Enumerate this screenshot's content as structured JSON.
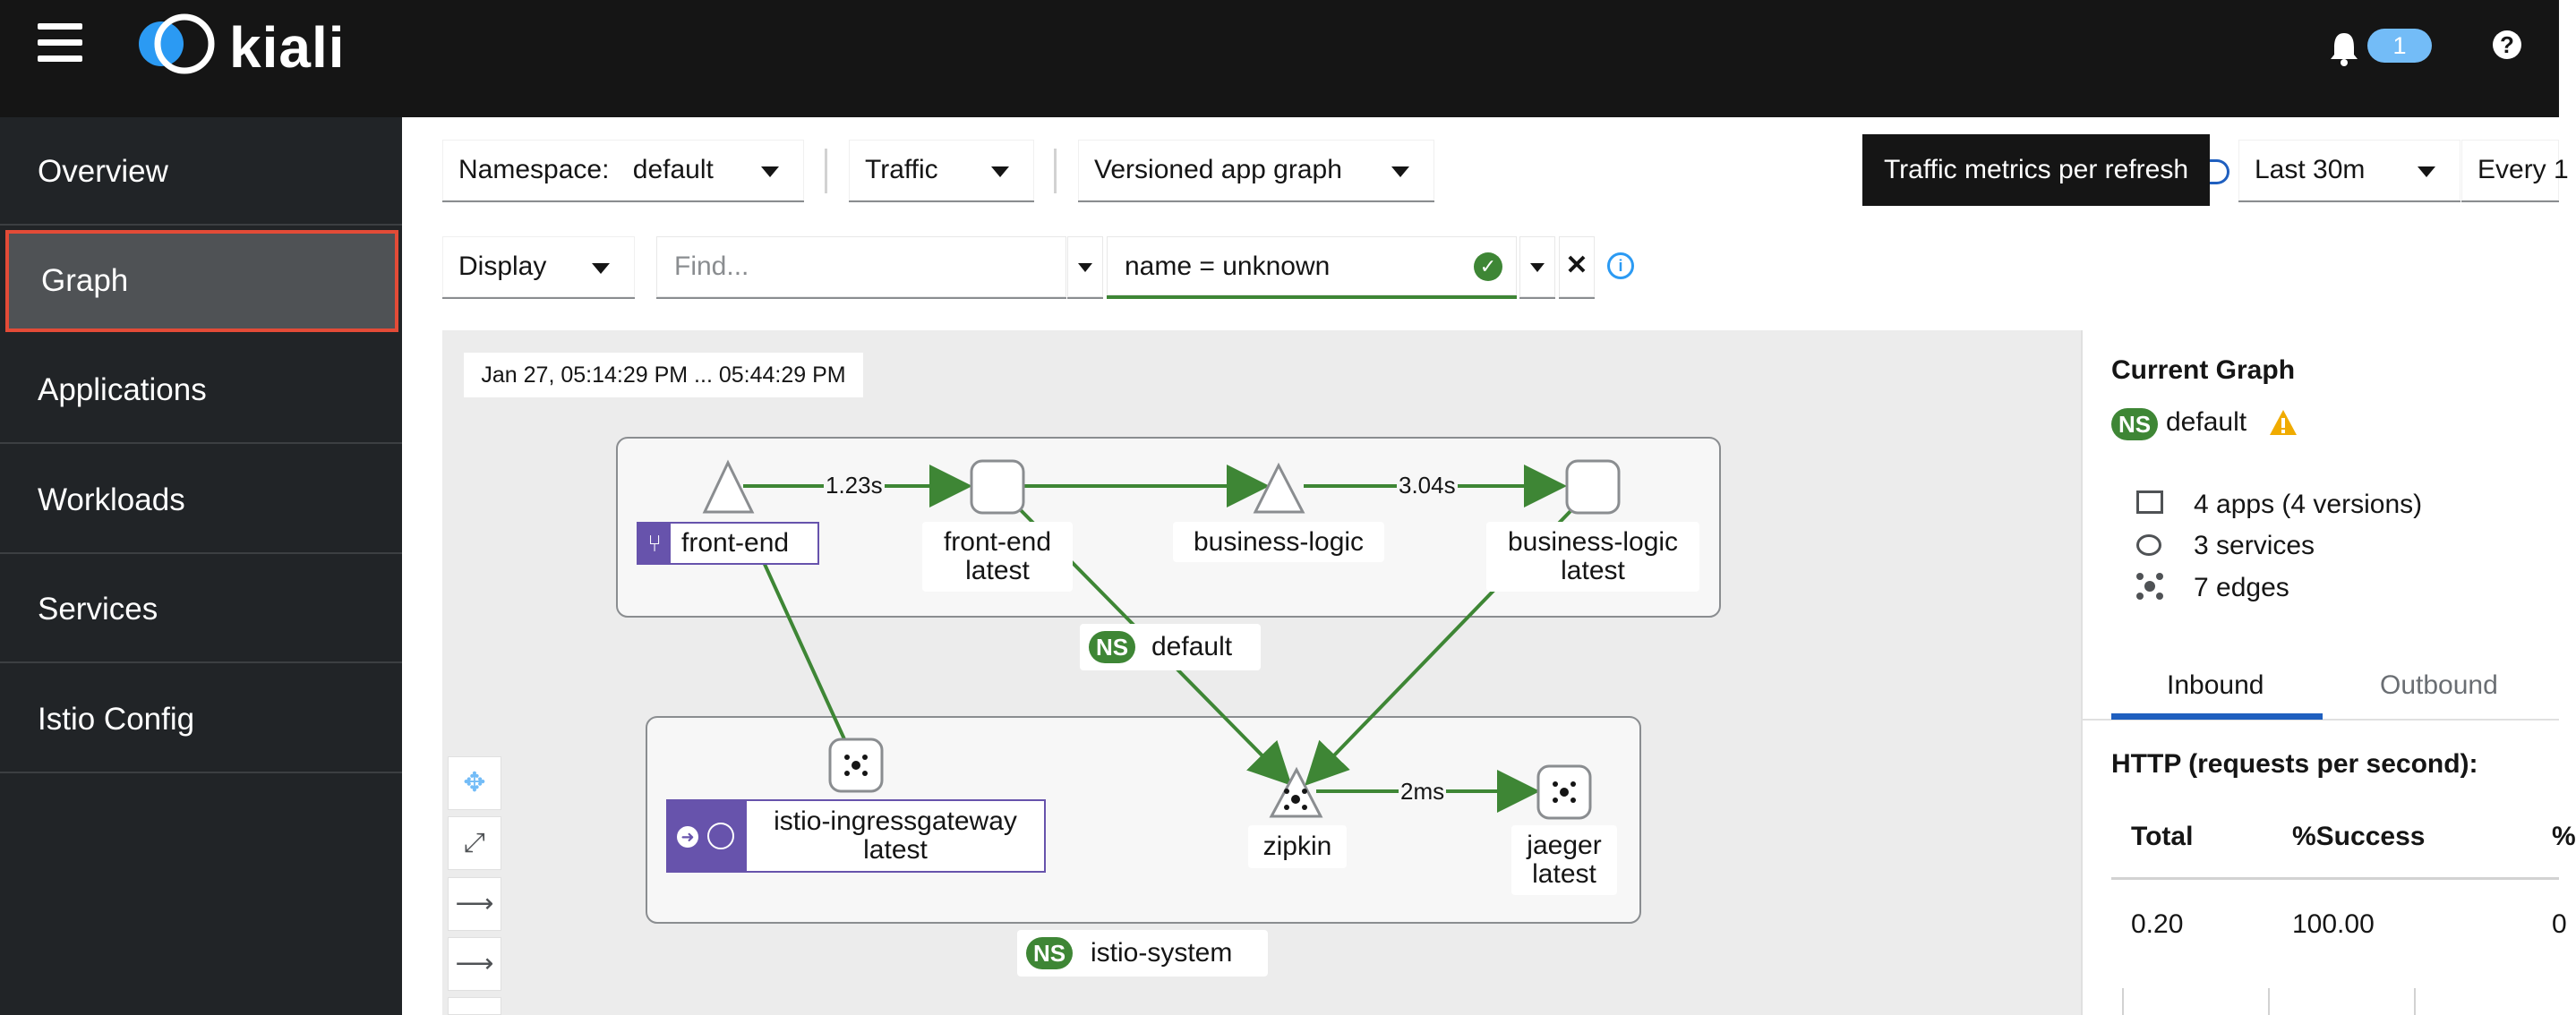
{
  "header": {
    "brand": "kiali",
    "notification_count": "1",
    "help_symbol": "?"
  },
  "sidebar": {
    "items": [
      {
        "label": "Overview"
      },
      {
        "label": "Graph",
        "active": true
      },
      {
        "label": "Applications"
      },
      {
        "label": "Workloads"
      },
      {
        "label": "Services"
      },
      {
        "label": "Istio Config"
      }
    ]
  },
  "toolbar": {
    "namespace_label": "Namespace:",
    "namespace_value": "default",
    "traffic": "Traffic",
    "graph_type": "Versioned app graph",
    "tooltip": "Traffic metrics per refresh",
    "duration": "Last 30m",
    "refresh": "Every 1",
    "display": "Display",
    "find_placeholder": "Find...",
    "hide_value": "name = unknown",
    "clear_symbol": "✕",
    "info_symbol": "i"
  },
  "graph": {
    "timestamp": "Jan 27, 05:14:29 PM ... 05:44:29 PM",
    "namespaces": {
      "default": "default",
      "istio_system": "istio-system",
      "ns_badge": "NS"
    },
    "nodes": {
      "front_end": "front-end",
      "front_end_latest_1": "front-end",
      "front_end_latest_2": "latest",
      "business_logic": "business-logic",
      "business_logic_latest_1": "business-logic",
      "business_logic_latest_2": "latest",
      "ingress_1": "istio-ingressgateway",
      "ingress_2": "latest",
      "zipkin": "zipkin",
      "jaeger_1": "jaeger",
      "jaeger_2": "latest"
    },
    "edges": {
      "e1": "1.23s",
      "e2": "3.04s",
      "e3": "2ms"
    }
  },
  "panel": {
    "title": "Current Graph",
    "ns_badge": "NS",
    "namespace": "default",
    "apps": "4 apps (4 versions)",
    "services": "3 services",
    "edges": "7 edges",
    "tab_inbound": "Inbound",
    "tab_outbound": "Outbound",
    "http_title": "HTTP (requests per second):",
    "col_total": "Total",
    "col_success": "%Success",
    "col_more": "%",
    "val_total": "0.20",
    "val_success": "100.00",
    "val_more": "0"
  },
  "colors": {
    "edge": "#3e8635",
    "brand_blue": "#2b9af3",
    "app_badge": "#6753ac",
    "warning": "#f0ab00",
    "active_border": "#e34b37"
  }
}
